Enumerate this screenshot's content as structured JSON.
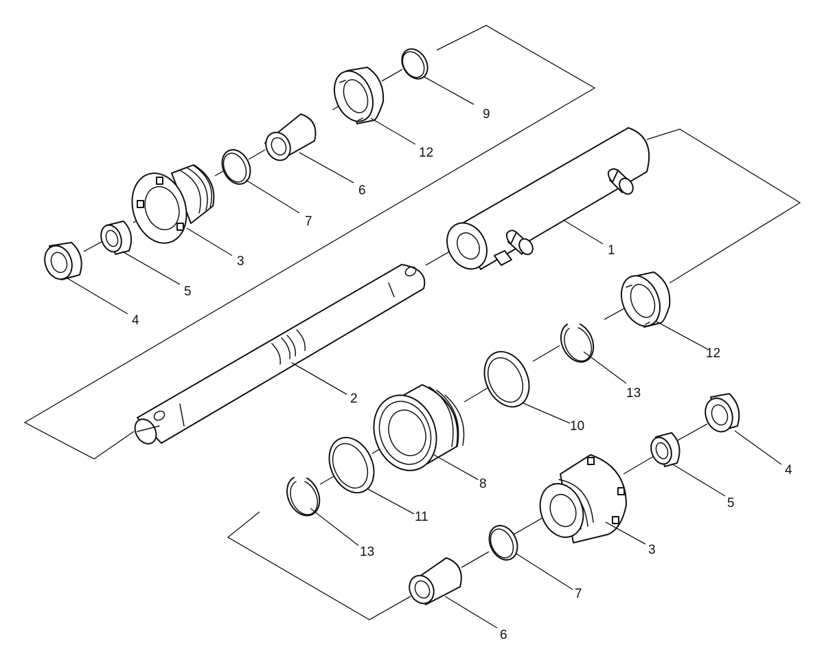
{
  "colors": {
    "ink": "#111111",
    "paper": "#ffffff"
  },
  "callouts": {
    "c1": "1",
    "c2": "2",
    "c3_top": "3",
    "c3_bottom": "3",
    "c4_top": "4",
    "c4_bottom": "4",
    "c5_top": "5",
    "c5_bottom": "5",
    "c6_top": "6",
    "c6_bottom": "6",
    "c7_top": "7",
    "c7_bottom": "7",
    "c8": "8",
    "c9": "9",
    "c10": "10",
    "c11": "11",
    "c12_top": "12",
    "c12_right": "12",
    "c13_right": "13",
    "c13_bottom": "13"
  }
}
